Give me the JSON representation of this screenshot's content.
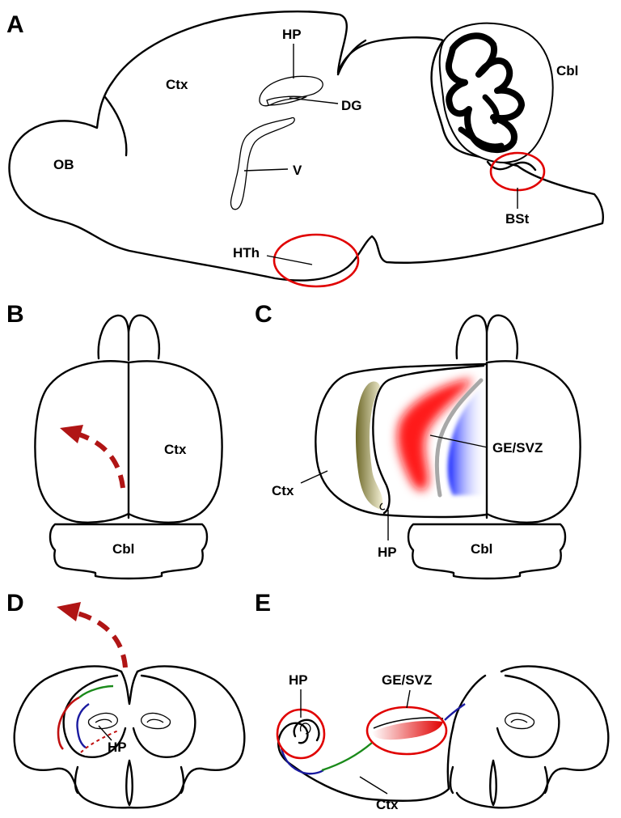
{
  "panels": {
    "A": {
      "letter": "A",
      "labels": {
        "hp": "HP",
        "ctx": "Ctx",
        "dg": "DG",
        "ob": "OB",
        "v": "V",
        "cbl": "Cbl",
        "bst": "BSt",
        "hth": "HTh"
      }
    },
    "B": {
      "letter": "B",
      "labels": {
        "ctx": "Ctx",
        "cbl": "Cbl"
      }
    },
    "C": {
      "letter": "C",
      "labels": {
        "gesvz": "GE/SVZ",
        "ctx": "Ctx",
        "hp": "HP",
        "cbl": "Cbl"
      }
    },
    "D": {
      "letter": "D",
      "labels": {
        "hp": "HP"
      }
    },
    "E": {
      "letter": "E",
      "labels": {
        "hp": "HP",
        "gesvz": "GE/SVZ",
        "ctx": "Ctx"
      }
    }
  },
  "colors": {
    "highlight_ring": "#e00000",
    "migration_arrow": "#b01515",
    "ge_region": "#ff1a1a",
    "svz_region": "#1a2aff",
    "hp_region": "#8a8a3a",
    "boundary_red": "#c01010",
    "boundary_blue": "#1a1aa0",
    "boundary_green": "#1a8a1a"
  }
}
